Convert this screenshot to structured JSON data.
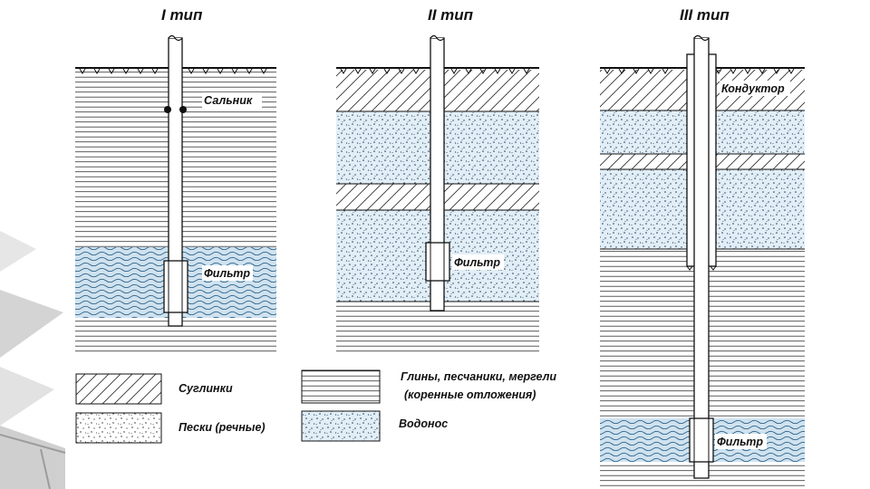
{
  "diagram": {
    "titles": {
      "type1": "I тип",
      "type2": "II тип",
      "type3": "III тип"
    },
    "annotations": {
      "gland": "Сальник",
      "filter1": "Фильтр",
      "filter2": "Фильтр",
      "conductor": "Кондуктор",
      "filter3": "Фильтр"
    },
    "legend": {
      "loam": "Суглинки",
      "sand": "Пески (речные)",
      "clay_line1": "Глины, песчаники, мергели",
      "clay_line2": "(коренные отложения)",
      "aquifer": "Водонос"
    }
  }
}
